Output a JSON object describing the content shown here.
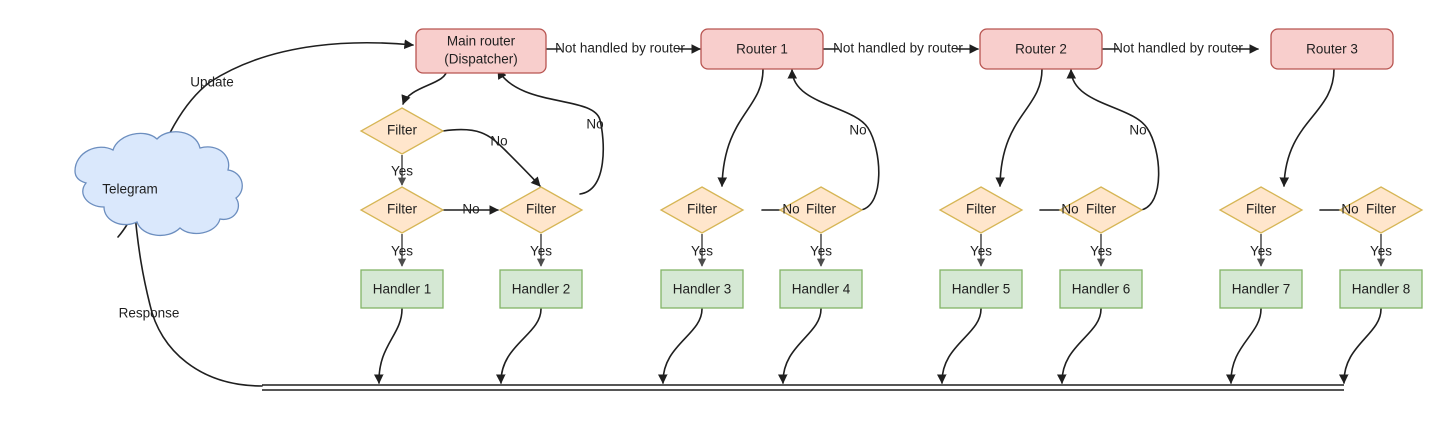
{
  "diagram": {
    "title": "Telegram bot dispatcher routing flow",
    "colors": {
      "router_fill": "#f8cecc",
      "router_stroke": "#b85450",
      "filter_fill": "#ffe6cc",
      "filter_stroke": "#d6b656",
      "handler_fill": "#d5e8d4",
      "handler_stroke": "#82b366",
      "cloud_fill": "#dae8fc",
      "cloud_stroke": "#6c8ebf",
      "edge": "#1f1f1f"
    }
  },
  "nodes": {
    "cloud": {
      "label": "Telegram"
    },
    "routers": [
      {
        "id": "main-router",
        "line1": "Main router",
        "line2": "(Dispatcher)"
      },
      {
        "id": "router-1",
        "label": "Router 1"
      },
      {
        "id": "router-2",
        "label": "Router 2"
      },
      {
        "id": "router-3",
        "label": "Router 3"
      }
    ],
    "filters": [
      {
        "id": "filter-1",
        "label": "Filter"
      },
      {
        "id": "filter-2",
        "label": "Filter"
      },
      {
        "id": "filter-3",
        "label": "Filter"
      },
      {
        "id": "filter-4",
        "label": "Filter"
      },
      {
        "id": "filter-5",
        "label": "Filter"
      },
      {
        "id": "filter-6",
        "label": "Filter"
      },
      {
        "id": "filter-7",
        "label": "Filter"
      },
      {
        "id": "filter-8",
        "label": "Filter"
      },
      {
        "id": "filter-9",
        "label": "Filter"
      }
    ],
    "handlers": [
      {
        "id": "handler-1",
        "label": "Handler 1"
      },
      {
        "id": "handler-2",
        "label": "Handler 2"
      },
      {
        "id": "handler-3",
        "label": "Handler 3"
      },
      {
        "id": "handler-4",
        "label": "Handler 4"
      },
      {
        "id": "handler-5",
        "label": "Handler 5"
      },
      {
        "id": "handler-6",
        "label": "Handler 6"
      },
      {
        "id": "handler-7",
        "label": "Handler 7"
      },
      {
        "id": "handler-8",
        "label": "Handler 8"
      }
    ]
  },
  "edge_labels": {
    "update": "Update",
    "response": "Response",
    "not_handled_1": "Not handled by router",
    "not_handled_2": "Not handled by router",
    "not_handled_3": "Not handled by router",
    "no_main_top": "No",
    "no_main_mid": "No",
    "no_main_row": "No",
    "no_r1_top": "No",
    "no_r1_row": "No",
    "no_r2_top": "No",
    "no_r2_row": "No",
    "no_r3_row": "No",
    "yes_1": "Yes",
    "yes_2": "Yes",
    "yes_3": "Yes",
    "yes_4": "Yes",
    "yes_5": "Yes",
    "yes_6": "Yes",
    "yes_7": "Yes",
    "yes_8": "Yes",
    "yes_9": "Yes"
  }
}
